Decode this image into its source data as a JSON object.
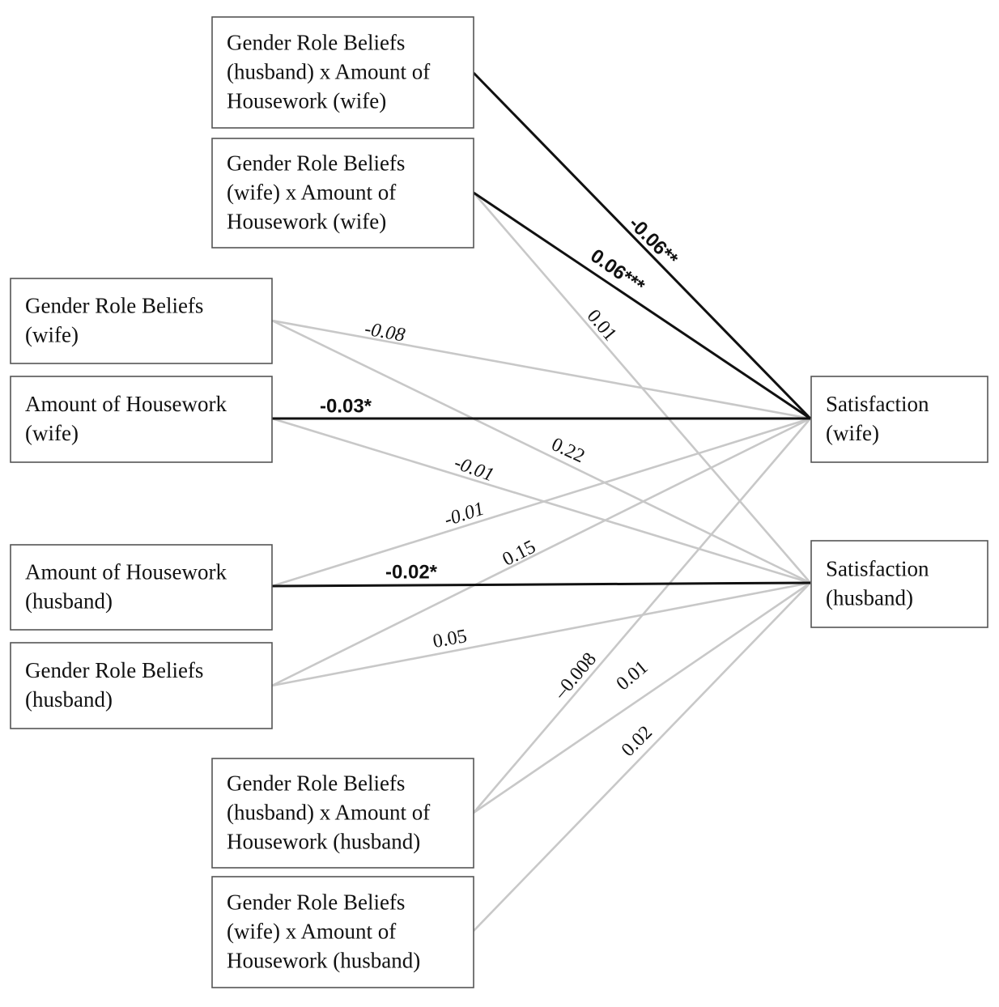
{
  "colors": {
    "significant": "#111111",
    "nonsignificant": "#c8c8c8",
    "box_border": "#555555"
  },
  "nodes": [
    {
      "id": "gr_h_x_hw_w",
      "lines": [
        "Gender Role Beliefs",
        "(husband) x Amount of",
        "Housework (wife)"
      ]
    },
    {
      "id": "gr_w_x_hw_w",
      "lines": [
        "Gender Role Beliefs",
        "(wife) x Amount of",
        "Housework (wife)"
      ]
    },
    {
      "id": "gr_w",
      "lines": [
        "Gender Role Beliefs",
        "(wife)"
      ]
    },
    {
      "id": "hw_w",
      "lines": [
        "Amount of Housework",
        "(wife)"
      ]
    },
    {
      "id": "hw_h",
      "lines": [
        "Amount of Housework",
        "(husband)"
      ]
    },
    {
      "id": "gr_h",
      "lines": [
        "Gender Role Beliefs",
        "(husband)"
      ]
    },
    {
      "id": "gr_h_x_hw_h",
      "lines": [
        "Gender Role Beliefs",
        "(husband) x Amount of",
        "Housework (husband)"
      ]
    },
    {
      "id": "gr_w_x_hw_h",
      "lines": [
        "Gender Role Beliefs",
        "(wife) x Amount of",
        "Housework (husband)"
      ]
    },
    {
      "id": "sat_w",
      "lines": [
        "Satisfaction",
        "(wife)"
      ]
    },
    {
      "id": "sat_h",
      "lines": [
        "Satisfaction",
        "(husband)"
      ]
    }
  ],
  "edges": [
    {
      "from": "gr_h_x_hw_w",
      "to": "sat_w",
      "label": "-0.06**",
      "significant": true
    },
    {
      "from": "gr_w_x_hw_w",
      "to": "sat_w",
      "label": "0.06***",
      "significant": true
    },
    {
      "from": "gr_w_x_hw_w",
      "to": "sat_h",
      "label": "0.01",
      "significant": false
    },
    {
      "from": "gr_w",
      "to": "sat_w",
      "label": "-0.08",
      "significant": false
    },
    {
      "from": "gr_w",
      "to": "sat_h",
      "label": "0.22",
      "significant": false
    },
    {
      "from": "hw_w",
      "to": "sat_w",
      "label": "-0.03*",
      "significant": true
    },
    {
      "from": "hw_w",
      "to": "sat_h",
      "label": "-0.01",
      "significant": false
    },
    {
      "from": "hw_h",
      "to": "sat_w",
      "label": "-0.01",
      "significant": false
    },
    {
      "from": "hw_h",
      "to": "sat_h",
      "label": "-0.02*",
      "significant": true
    },
    {
      "from": "gr_h",
      "to": "sat_w",
      "label": "0.15",
      "significant": false
    },
    {
      "from": "gr_h",
      "to": "sat_h",
      "label": "0.05",
      "significant": false
    },
    {
      "from": "gr_h_x_hw_h",
      "to": "sat_w",
      "label": "–0.008",
      "significant": false
    },
    {
      "from": "gr_h_x_hw_h",
      "to": "sat_h",
      "label": "0.01",
      "significant": false
    },
    {
      "from": "gr_w_x_hw_h",
      "to": "sat_h",
      "label": "0.02",
      "significant": false
    }
  ]
}
